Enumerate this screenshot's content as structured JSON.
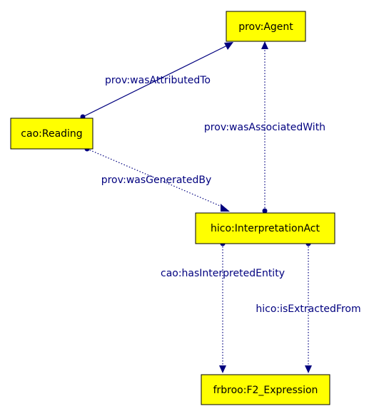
{
  "nodes": {
    "agent": "prov:Agent",
    "reading": "cao:Reading",
    "interpretation": "hico:InterpretationAct",
    "expression": "frbroo:F2_Expression"
  },
  "edges": {
    "attributed": "prov:wasAttributedTo",
    "associated": "prov:wasAssociatedWith",
    "generated": "prov:wasGeneratedBy",
    "interpreted": "cao:hasInterpretedEntity",
    "extracted": "hico:isExtractedFrom"
  },
  "colors": {
    "node_fill": "#ffff00",
    "edge": "#00007f"
  }
}
